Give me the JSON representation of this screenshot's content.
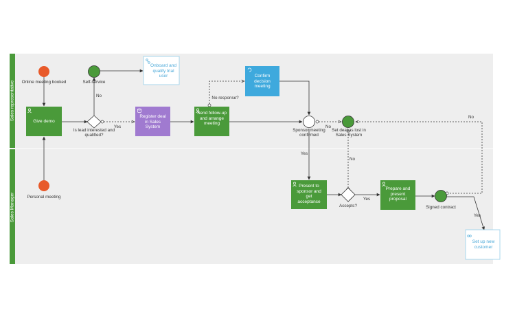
{
  "lanes": {
    "top": "Sales representative",
    "bottom": "Sales Manager"
  },
  "events": {
    "online_booked": "Online meeting booked",
    "personal": "Personal meeting",
    "self_service": "Self-service",
    "sponsor_confirmed": "Sponsor meeting confirmed",
    "deal_lost": "Set deal as lost in Sales System",
    "signed": "Signed contract"
  },
  "tasks": {
    "give_demo": "Give demo",
    "register_deal": "Register deal in Sales System",
    "send_followup": "Send follow-up and arrange meeting",
    "confirm_decision": "Confirm decision meeting",
    "present_sponsor": "Present to sponsor and get acceptance",
    "prepare_proposal": "Prepare and present proposal",
    "onboard_trial": "Onboard and qualify trial user",
    "setup_customer": "Set up new customer"
  },
  "gateways": {
    "lead_qualified": "Is lead interested and qualified?",
    "accepts": "Accepts?"
  },
  "flow_labels": {
    "no_selfservice": "No",
    "yes_register": "Yes",
    "no_response": "No response?",
    "no_lost": "No",
    "yes_present": "Yes",
    "no_accepts": "No",
    "yes_prepare": "Yes",
    "no_signed": "No",
    "yes_setup": "Yes"
  },
  "colors": {
    "lane_bar": "#4a9a3a",
    "task_green": "#4a9a3a",
    "task_purple": "#a07ad0",
    "task_blue": "#3ea9dd",
    "start_event": "#e85a2a",
    "end_event": "#4a9a3a",
    "background": "#eeeeee"
  }
}
